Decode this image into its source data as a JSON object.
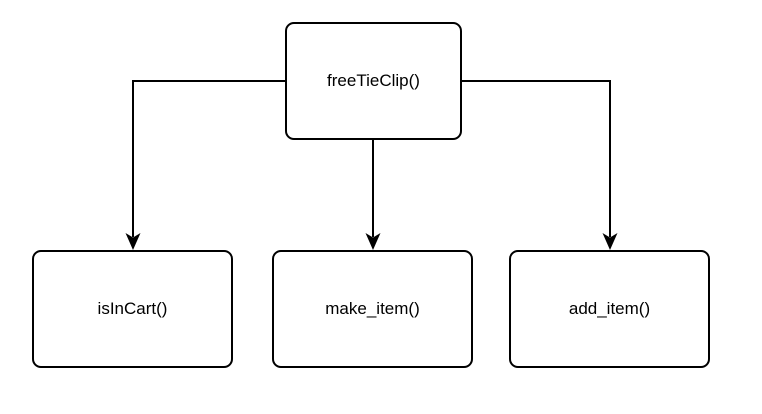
{
  "diagram": {
    "type": "flowchart",
    "background_color": "#ffffff",
    "node_fill_color": "#ffffff",
    "node_stroke_color": "#000000",
    "text_color": "#000000",
    "nodes": {
      "root": {
        "label": "freeTieClip()"
      },
      "left": {
        "label": "isInCart()"
      },
      "mid": {
        "label": "make_item()"
      },
      "right": {
        "label": "add_item()"
      }
    },
    "edges": [
      {
        "from": "freeTieClip()",
        "to": "isInCart()",
        "style": "orthogonal-arrow"
      },
      {
        "from": "freeTieClip()",
        "to": "make_item()",
        "style": "straight-arrow"
      },
      {
        "from": "freeTieClip()",
        "to": "add_item()",
        "style": "orthogonal-arrow"
      }
    ]
  }
}
